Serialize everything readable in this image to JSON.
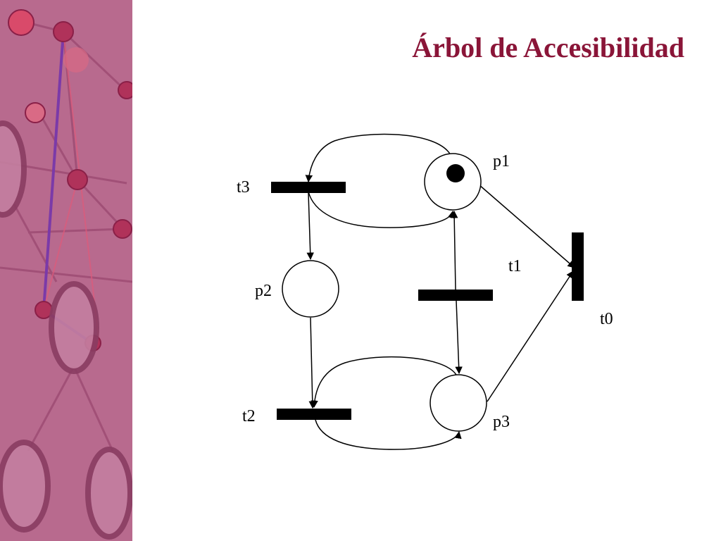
{
  "slide": {
    "title": "Árbol de Accesibilidad"
  },
  "colors": {
    "title": "#8a1538",
    "side_band": "#b86a8e",
    "ink": "#000000"
  },
  "petri_net": {
    "places": [
      {
        "id": "p1",
        "label": "p1",
        "tokens": 1
      },
      {
        "id": "p2",
        "label": "p2",
        "tokens": 0
      },
      {
        "id": "p3",
        "label": "p3",
        "tokens": 0
      }
    ],
    "transitions": [
      {
        "id": "t0",
        "label": "t0",
        "orientation": "vertical"
      },
      {
        "id": "t1",
        "label": "t1",
        "orientation": "horizontal"
      },
      {
        "id": "t2",
        "label": "t2",
        "orientation": "horizontal"
      },
      {
        "id": "t3",
        "label": "t3",
        "orientation": "horizontal"
      }
    ],
    "arcs": [
      {
        "from": "p1",
        "to": "t3"
      },
      {
        "from": "t3",
        "to": "p1"
      },
      {
        "from": "t3",
        "to": "p2"
      },
      {
        "from": "t1",
        "to": "p1"
      },
      {
        "from": "t1",
        "to": "p3"
      },
      {
        "from": "p2",
        "to": "t2"
      },
      {
        "from": "p3",
        "to": "t2"
      },
      {
        "from": "t2",
        "to": "p3"
      },
      {
        "from": "p1",
        "to": "t0"
      },
      {
        "from": "p3",
        "to": "t0"
      }
    ]
  }
}
